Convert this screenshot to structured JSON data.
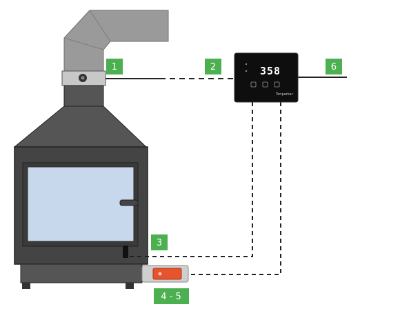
{
  "controller": {
    "display_value": "358",
    "brand": "Tenparkar"
  },
  "labels": {
    "l1": "1",
    "l2": "2",
    "l3": "3",
    "l45": "4 - 5",
    "l6": "6"
  },
  "colors": {
    "stove_body": "#444444",
    "stove_outline": "#222222",
    "glass": "#c7d7ec",
    "chimney": "#9a9a9a",
    "collar": "#c8c8c8",
    "badge": "#4caf50",
    "controller_bg": "#0e0e0e",
    "heater_orange": "#e8532b",
    "line": "#222222"
  }
}
